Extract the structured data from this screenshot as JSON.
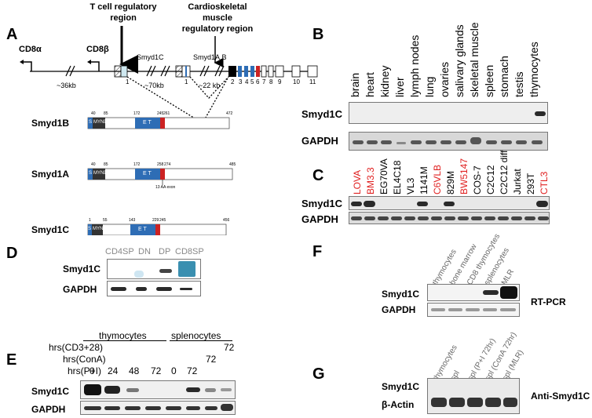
{
  "panels": {
    "A": "A",
    "B": "B",
    "C": "C",
    "D": "D",
    "E": "E",
    "F": "F",
    "G": "G"
  },
  "panel_a": {
    "t_cell_region": [
      "T cell regulatory",
      "region"
    ],
    "cardio_region": [
      "Cardioskeletal",
      "muscle",
      "regulatory region"
    ],
    "genes": {
      "cd8a": "CD8α",
      "cd8b": "CD8β",
      "smyd1c": "Smyd1C",
      "smyd1ab": "Smyd1A,B"
    },
    "distances": {
      "d1": "~36kb",
      "d2": "~70kb",
      "d3": "~22 kb"
    },
    "exon_numbers": [
      "1",
      "1",
      "2",
      "3",
      "4",
      "5",
      "6",
      "7",
      "8",
      "9",
      "10",
      "11"
    ],
    "isoforms": [
      {
        "name": "Smyd1B",
        "ticks": [
          "40",
          "85",
          "172",
          "245",
          "261",
          "472"
        ]
      },
      {
        "name": "Smyd1A",
        "ticks": [
          "40",
          "85",
          "172",
          "258",
          "274",
          "485"
        ],
        "note": "13 AA exon"
      },
      {
        "name": "Smyd1C",
        "ticks": [
          "1",
          "55",
          "143",
          "229",
          "245",
          "456"
        ]
      }
    ],
    "domains": {
      "s": "S",
      "mynd": "MYND",
      "set": "E T"
    }
  },
  "panel_b": {
    "tissues": [
      "brain",
      "heart",
      "kidney",
      "liver",
      "lymph nodes",
      "lung",
      "ovaries",
      "salivary glands",
      "skeletal muscle",
      "spleen",
      "stomach",
      "testis",
      "thymocytes"
    ],
    "row_labels": [
      "Smyd1C",
      "GAPDH"
    ]
  },
  "panel_c": {
    "cell_lines": [
      {
        "name": "LOVA",
        "color": "#e02020"
      },
      {
        "name": "BM3.3",
        "color": "#e02020"
      },
      {
        "name": "EG70VA",
        "color": "#000000"
      },
      {
        "name": "EL4C18",
        "color": "#000000"
      },
      {
        "name": "VL3",
        "color": "#000000"
      },
      {
        "name": "1141M",
        "color": "#000000"
      },
      {
        "name": "C6VLB",
        "color": "#e02020"
      },
      {
        "name": "829M",
        "color": "#000000"
      },
      {
        "name": "BW5147",
        "color": "#e02020"
      },
      {
        "name": "COS-7",
        "color": "#000000"
      },
      {
        "name": "C2C12",
        "color": "#000000"
      },
      {
        "name": "C2C12 diff",
        "color": "#000000"
      },
      {
        "name": "Jurkat",
        "color": "#000000"
      },
      {
        "name": "293T",
        "color": "#000000"
      },
      {
        "name": "CTL3",
        "color": "#e02020"
      }
    ],
    "row_labels": [
      "Smyd1C",
      "GAPDH"
    ]
  },
  "panel_d": {
    "columns": [
      "CD4SP",
      "DN",
      "DP",
      "CD8SP"
    ],
    "row_labels": [
      "Smyd1C",
      "GAPDH"
    ]
  },
  "panel_e": {
    "group_labels": [
      "thymocytes",
      "splenocytes"
    ],
    "conditions": [
      "hrs(CD3+28)",
      "hrs(ConA)",
      "hrs(P+I)"
    ],
    "cd3_value": "72",
    "cona_value": "72",
    "pi_values": [
      "0",
      "24",
      "48",
      "72",
      "0",
      "72"
    ],
    "row_labels": [
      "Smyd1C",
      "GAPDH"
    ]
  },
  "panel_f": {
    "columns": [
      "thymocytes",
      "bone marrow",
      "CD8 thymocytes",
      "splenocytes",
      "MLR"
    ],
    "row_labels": [
      "Smyd1C",
      "GAPDH"
    ],
    "method": "RT-PCR"
  },
  "panel_g": {
    "columns": [
      "thymocytes",
      "spl",
      "spl (P+I 72hr)",
      "spl (ConA 72hr)",
      "spl (MLR)"
    ],
    "row_labels": [
      "Smyd1C",
      "β-Actin"
    ],
    "method": "Anti-Smyd1C"
  },
  "colors": {
    "red_label": "#e02020",
    "exon_red": "#cc2222",
    "domain_blue": "#2e6db5",
    "band": "#2a2a2a"
  }
}
